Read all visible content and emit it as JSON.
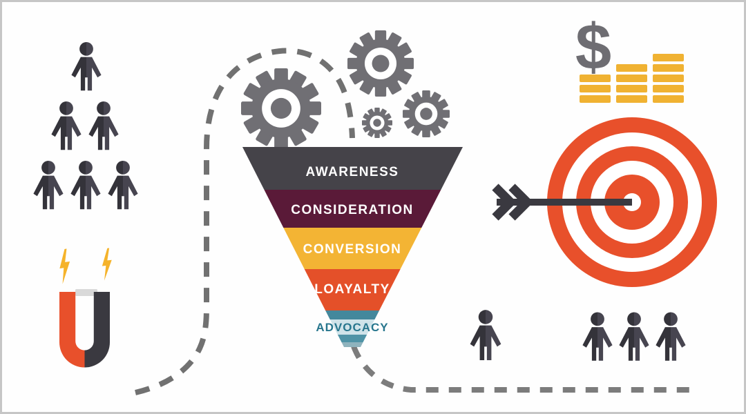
{
  "canvas": {
    "background": "#fefefe",
    "border_color": "#c6c6c6"
  },
  "funnel": {
    "stages": [
      {
        "label": "AWARENESS",
        "color": "#454349",
        "text_color": "#ffffff"
      },
      {
        "label": "CONSIDERATION",
        "color": "#5a1a38",
        "text_color": "#ffffff"
      },
      {
        "label": "CONVERSION",
        "color": "#f3b434",
        "text_color": "#ffffff"
      },
      {
        "label": "LOAYALTY",
        "color": "#e45029",
        "text_color": "#ffffff"
      },
      {
        "label": "ADVOCACY",
        "color": "#cfe3e9",
        "text_color": "#27768d",
        "stripes": [
          "#44889c",
          "#cfe3e9",
          "#4f93a6",
          "#8fb3bd"
        ]
      }
    ]
  },
  "money": {
    "currency_symbol": "$",
    "coin_stacks": [
      3,
      4,
      5
    ]
  },
  "people": {
    "audience_pyramid_rows": [
      1,
      2,
      3
    ],
    "single_customer_count": 1,
    "advocates_count": 3
  },
  "target": {
    "red_ring_count": 3
  },
  "gears": {
    "count": 4
  },
  "lightning_bolts": {
    "count": 2
  },
  "colors": {
    "people": "#3a3940",
    "gears": "#706f74",
    "dollar": "#6e6d72",
    "coin": "#f0b232",
    "target_red": "#e8502b",
    "arrow": "#3a3940",
    "magnet_left": "#e8502b",
    "magnet_right": "#3a3940",
    "magnet_plate": "#d9d9d9",
    "lightning": "#f5b32b",
    "dashed_path": "#717171"
  }
}
